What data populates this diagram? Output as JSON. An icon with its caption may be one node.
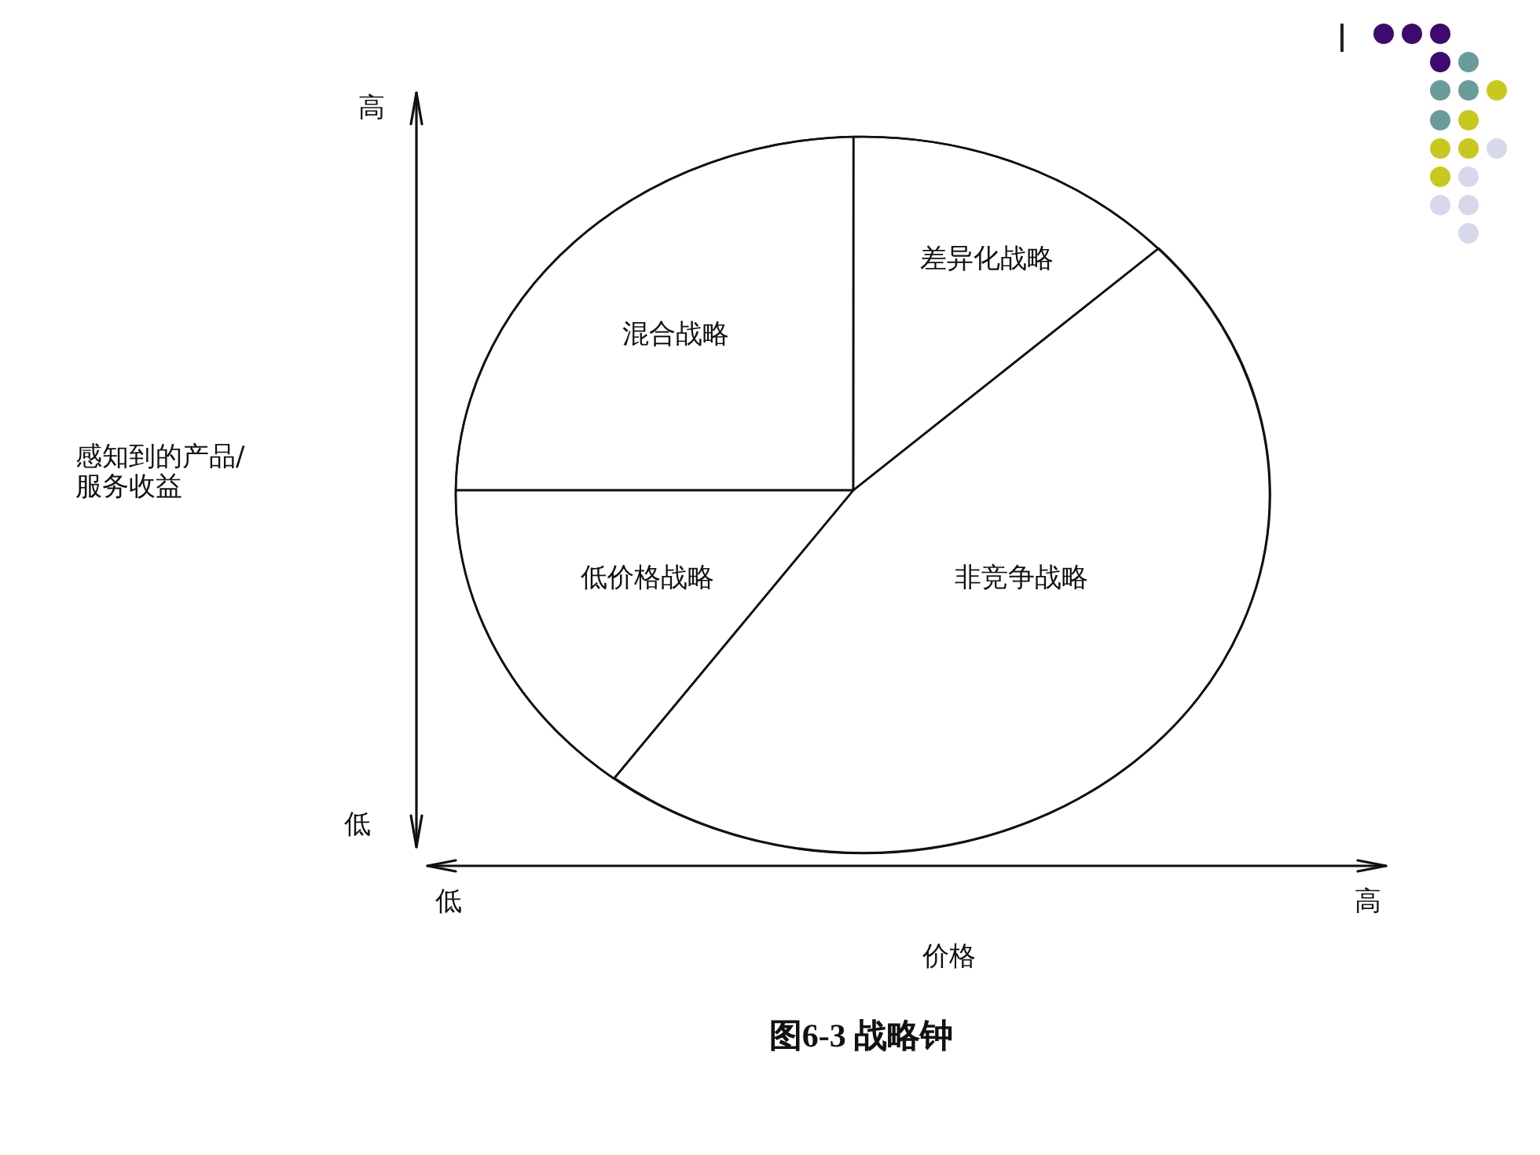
{
  "diagram": {
    "caption": "图6-3 战略钟",
    "nodes": [
      {
        "text": [],
        "shape": "circle"
      },
      {
        "text": [
          "混合战略"
        ],
        "in": 0
      },
      {
        "text": [
          "差异化战略"
        ],
        "in": 0
      },
      {
        "text": [
          "低价格战略"
        ],
        "in": 0
      },
      {
        "text": [
          "非竞争战略"
        ],
        "in": 0
      }
    ],
    "labels": [
      "高",
      "感知到的产品/服务收益",
      "低",
      "低",
      "高",
      "价格"
    ]
  }
}
